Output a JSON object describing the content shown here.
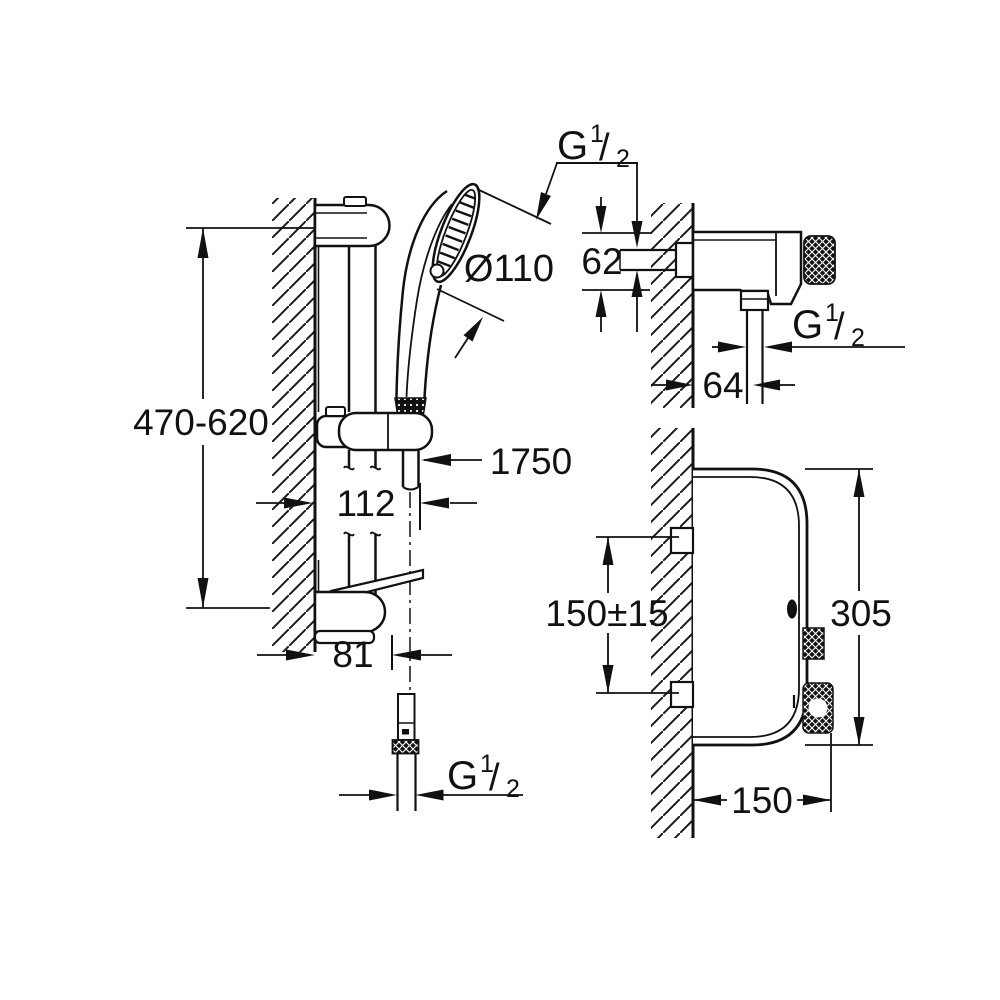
{
  "dims": {
    "rail_height": "470-620",
    "hose_length": "1750",
    "head_diameter": "Ø110",
    "slider_offset": "112",
    "foot_offset": "81",
    "valve_height": "62",
    "hose_wall_offset": "64",
    "inlet_spacing": "150±15",
    "body_height": "305",
    "body_depth": "150"
  },
  "thread": {
    "g": "G",
    "numerator": "1",
    "slash": "/",
    "denominator": "2"
  }
}
